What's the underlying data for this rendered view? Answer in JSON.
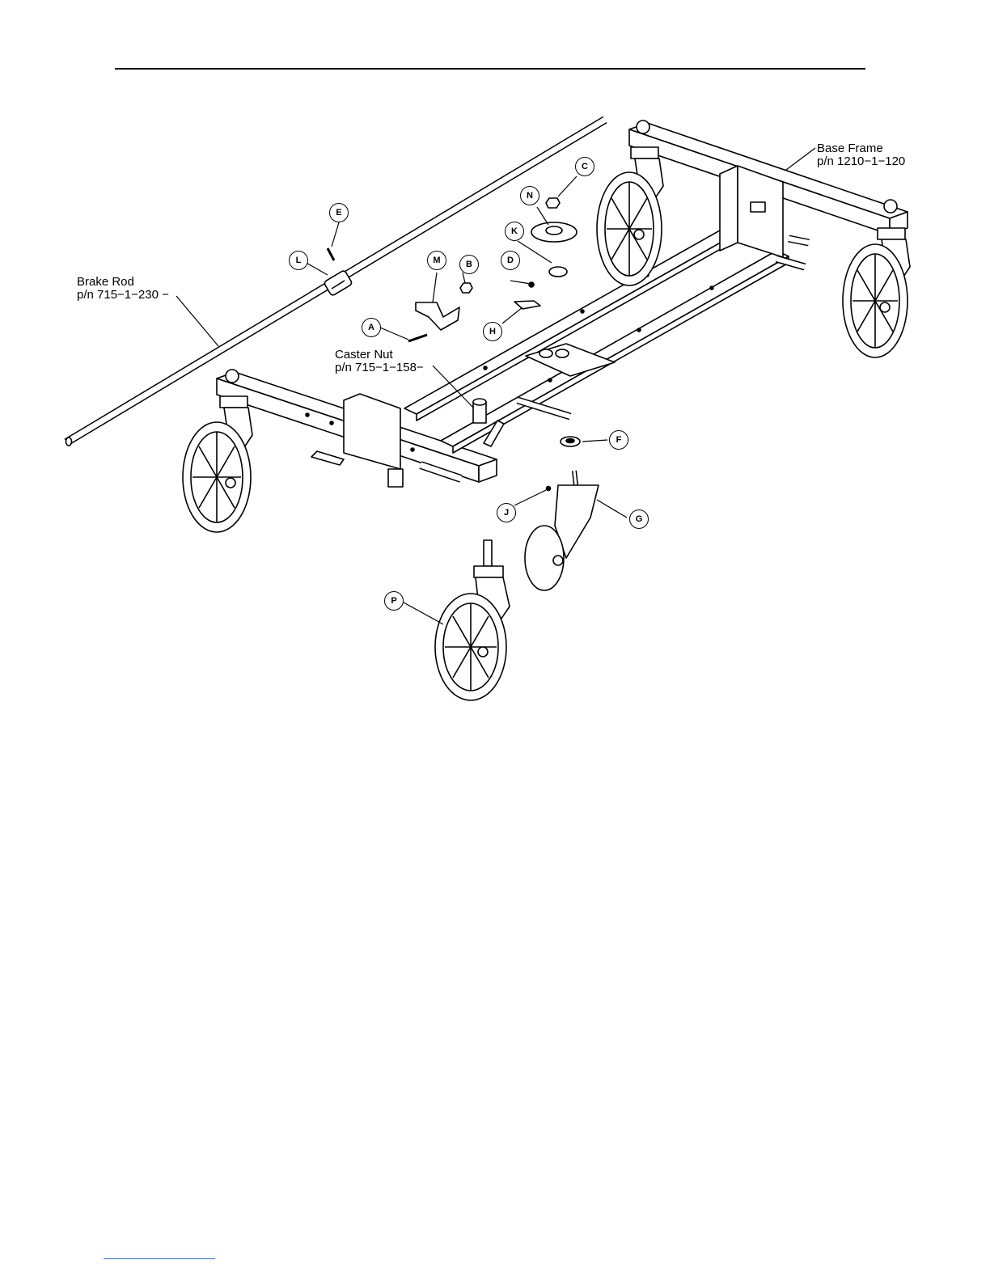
{
  "labels": {
    "base_frame_name": "Base Frame",
    "base_frame_pn": "p/n 1210−1−120",
    "brake_rod_name": "Brake Rod",
    "brake_rod_pn": "p/n 715−1−230 −",
    "caster_nut_name": "Caster Nut",
    "caster_nut_pn": "p/n 715−1−158−"
  },
  "callouts": {
    "A": "A",
    "B": "B",
    "C": "C",
    "D": "D",
    "E": "E",
    "F": "F",
    "G": "G",
    "H": "H",
    "J": "J",
    "K": "K",
    "L": "L",
    "M": "M",
    "N": "N",
    "P": "P"
  }
}
